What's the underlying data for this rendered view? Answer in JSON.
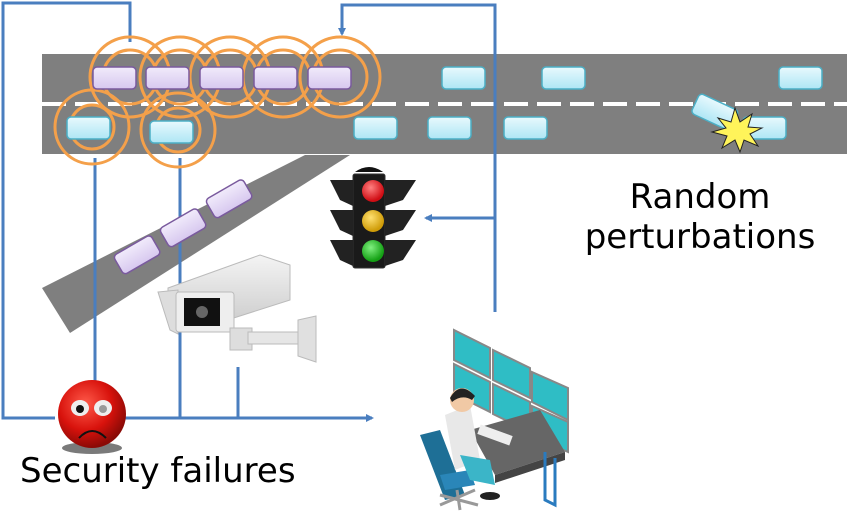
{
  "labels": {
    "random_perturbations_line1": "Random",
    "random_perturbations_line2": "perturbations",
    "security_failures": "Security failures"
  },
  "colors": {
    "road": "#7f7f7f",
    "lane_marking": "#ffffff",
    "connector": "#4a7ebf",
    "signal_ring": "#f4a04a",
    "attacked_vehicle_fill": "#e4d9f4",
    "attacked_vehicle_stroke": "#7a5a9e",
    "normal_vehicle_fill": "#c6eef8",
    "normal_vehicle_stroke": "#4bafc6",
    "crash_burst": "#fff45a",
    "sad_face": "#d4100a",
    "traffic_light_red": "#e0141a",
    "traffic_light_yellow": "#e0b010",
    "traffic_light_green": "#1cae1c"
  },
  "elements": {
    "highway": "highway",
    "on_ramp": "on-ramp",
    "attacked_vehicles_main_count": 5,
    "attacked_vehicles_lower_lane_count": 2,
    "attacked_vehicles_ramp_count": 3,
    "normal_vehicles_count": 8,
    "crash": "collision",
    "traffic_light": "traffic-light",
    "camera": "surveillance-camera",
    "control_center": "traffic-control-operator",
    "sad_face": "security-failure-icon"
  }
}
